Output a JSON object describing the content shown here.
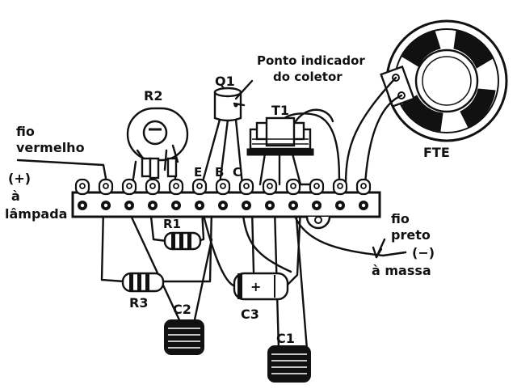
{
  "labels": {
    "collector_note_line1": "Ponto indicador",
    "collector_note_line2": "do coletor",
    "q1": "Q1",
    "r2": "R2",
    "t1": "T1",
    "fte": "FTE",
    "red_wire_line1": "fio",
    "red_wire_line2": "vermelho",
    "plus_line1": "(+)",
    "plus_line2": "à",
    "plus_line3": "lâmpada",
    "pin_e": "E",
    "pin_b": "B",
    "pin_c": "C",
    "r1": "R1",
    "r3": "R3",
    "c1": "C1",
    "c2": "C2",
    "c3": "C3",
    "c3_polarity": "+",
    "black_wire_line1": "fio",
    "black_wire_line2": "preto",
    "minus_line1": "(−)",
    "minus_line2": "à massa"
  },
  "terminal_strip": {
    "terminal_count": 13
  }
}
